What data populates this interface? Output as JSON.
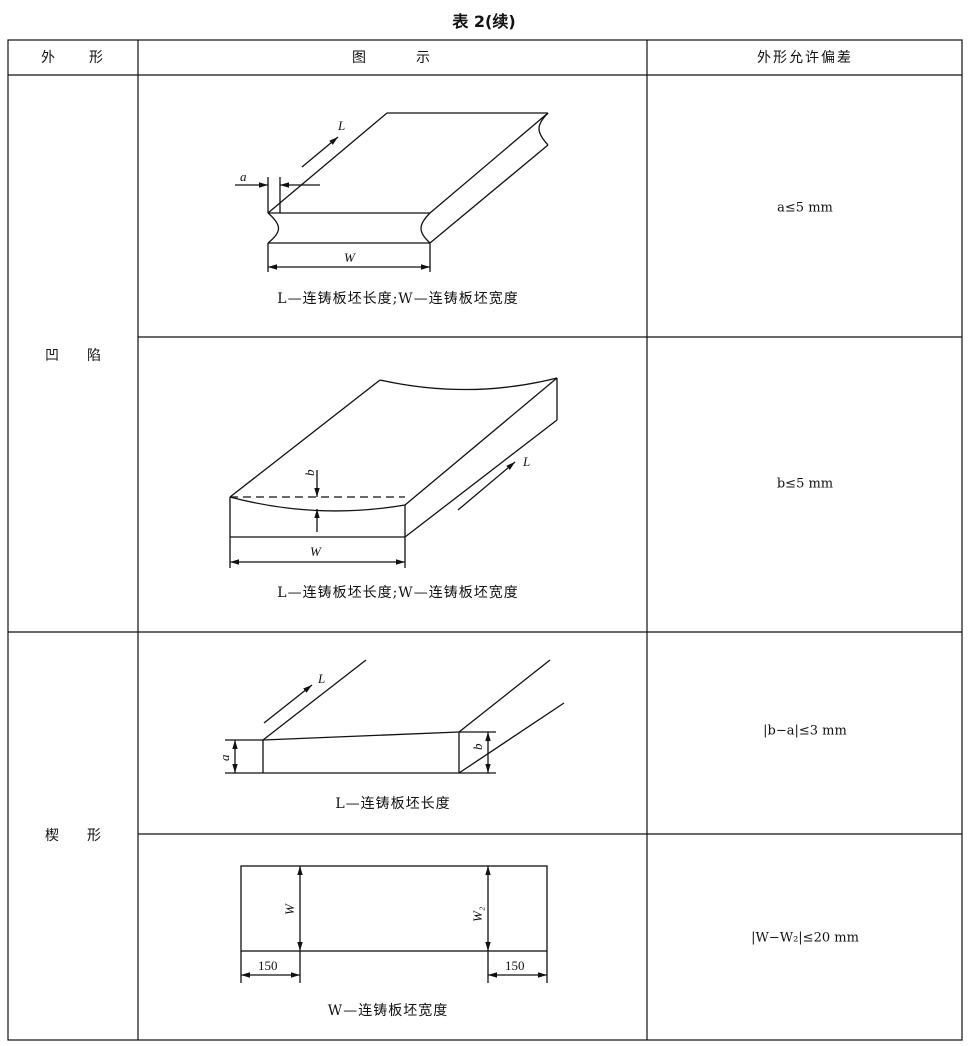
{
  "title": "表 2(续)",
  "header": {
    "col1": "外　　形",
    "col2": "图　　　示",
    "col3": "外形允许偏差"
  },
  "groups": [
    {
      "name": "凹　　陷"
    },
    {
      "name": "楔　　形"
    }
  ],
  "rows": [
    {
      "caption": "L—连铸板坯长度;W—连铸板坯宽度",
      "tolerance": "a≤5 mm",
      "labels": {
        "L": "L",
        "W": "W",
        "a": "a"
      }
    },
    {
      "caption": "L—连铸板坯长度;W—连铸板坯宽度",
      "tolerance": "b≤5 mm",
      "labels": {
        "L": "L",
        "W": "W",
        "b": "b"
      }
    },
    {
      "caption": "L—连铸板坯长度",
      "tolerance": "|b−a|≤3 mm",
      "labels": {
        "L": "L",
        "a": "a",
        "b": "b"
      }
    },
    {
      "caption": "W—连铸板坯宽度",
      "tolerance": "|W−W₂|≤20 mm",
      "labels": {
        "W": "W",
        "W2": "W₂",
        "dim_left": "150",
        "dim_right": "150"
      }
    }
  ]
}
